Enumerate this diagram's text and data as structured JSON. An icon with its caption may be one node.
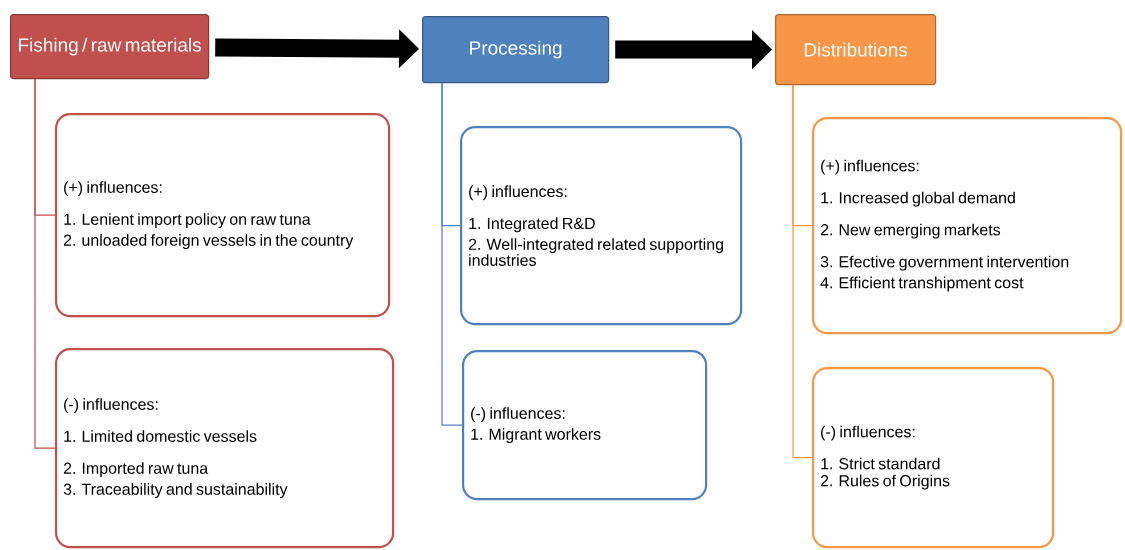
{
  "diagram": {
    "nodes": [
      {
        "text": [
          "Fishing / raw materials"
        ]
      },
      {
        "text": [
          "Processing"
        ]
      },
      {
        "text": [
          "Distributions"
        ]
      },
      {
        "text": [
          "(+) influences:",
          "1. Lenient import policy on raw tuna",
          "2. unloaded foreign vessels in the country"
        ]
      },
      {
        "text": [
          "(-) influences:",
          "1. Limited domestic vessels",
          "2. Imported raw tuna",
          "3. Traceability and sustainability"
        ]
      },
      {
        "text": [
          "(+) influences:",
          "1. Integrated R&D",
          "2. Well-integrated related supporting industries"
        ]
      },
      {
        "text": [
          "(-) influences:",
          "1. Migrant workers"
        ]
      },
      {
        "text": [
          "(+) influences:",
          "1. Increased global demand",
          "2. New emerging markets",
          "3. Efective government intervention",
          "4. Efficient transhipment cost"
        ]
      },
      {
        "text": [
          "(-) influences:",
          "1. Strict standard",
          "2. Rules of Origins"
        ]
      }
    ],
    "edges": [
      {
        "from": 0,
        "to": 1,
        "arrow": "to",
        "style": "thick",
        "color": "#000000"
      },
      {
        "from": 1,
        "to": 2,
        "arrow": "to",
        "style": "thick",
        "color": "#000000"
      },
      {
        "from": 0,
        "to": 3,
        "arrow": "none",
        "color": "#c0504d"
      },
      {
        "from": 0,
        "to": 4,
        "arrow": "none",
        "color": "#c0504d"
      },
      {
        "from": 1,
        "to": 5,
        "arrow": "none",
        "color": "#4f81bd"
      },
      {
        "from": 1,
        "to": 6,
        "arrow": "none",
        "color": "#4f81bd"
      },
      {
        "from": 2,
        "to": 7,
        "arrow": "none",
        "color": "#f79646"
      },
      {
        "from": 2,
        "to": 8,
        "arrow": "none",
        "color": "#f79646"
      }
    ]
  }
}
